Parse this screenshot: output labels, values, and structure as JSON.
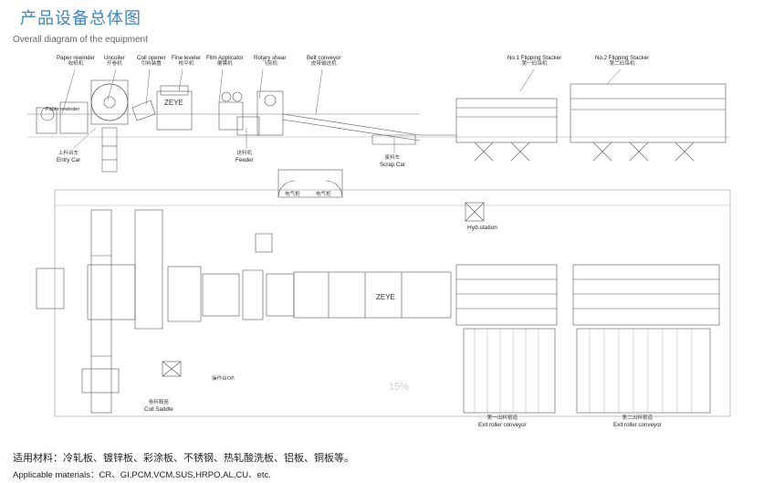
{
  "header": {
    "title_cn": "产品设备总体图",
    "title_en": "Overall diagram of the equipment"
  },
  "side_view": {
    "labels": [
      {
        "key": "paper_rewinder",
        "en": "Paper rewinder",
        "cn": "收纸机"
      },
      {
        "key": "uncoiler",
        "en": "Uncoiler",
        "cn": "开卷机"
      },
      {
        "key": "coil_opener",
        "en": "Coil opener",
        "cn": "引料装置"
      },
      {
        "key": "fine_leveler",
        "en": "Fine leveler",
        "cn": "校平机"
      },
      {
        "key": "film_applicator",
        "en": "Film Applicator",
        "cn": "覆膜机"
      },
      {
        "key": "rotary_shear",
        "en": "Rotary shear",
        "cn": "飞剪机"
      },
      {
        "key": "belt_conveyor",
        "en": "Belt conveyor",
        "cn": "皮带输送机"
      },
      {
        "key": "stacker1",
        "en": "No.1 Flipping Stacker",
        "cn": "第一码垛机"
      },
      {
        "key": "stacker2",
        "en": "No.2 Flipping Stacker",
        "cn": "第二码垛机"
      }
    ],
    "paper_rewinder_side": "Paper rewinder",
    "entry_car": {
      "cn": "上料台车",
      "en": "Entry Car"
    },
    "feeder": {
      "cn": "送料机",
      "en": "Feeder"
    },
    "scrap_car": {
      "cn": "废料车",
      "en": "Scrap Car"
    },
    "zeye_mark": "ZEYE"
  },
  "plan_view": {
    "electrical_cabinet": "电气柜",
    "hyd_station": "Hyd-station",
    "operator_panel": "操作台OP.",
    "coil_saddle": {
      "cn": "卷料鞍座",
      "en": "Coil Saddle"
    },
    "zeye_mark": "ZEYE",
    "exit_conveyor_1": {
      "cn": "第一出料辊道",
      "en": "Exit roller conveyor"
    },
    "exit_conveyor_2": {
      "cn": "第二出料辊道",
      "en": "Exit roller conveyor"
    },
    "watermark_pct": "15%"
  },
  "footer": {
    "materials_cn": "适用材料：冷轧板、镀锌板、彩涂板、不锈钢、热轧酸洗板、铝板、铜板等。",
    "materials_en": "Applicable materials：CR、GI,PCM,VCM,SUS,HRPO,AL,CU、etc."
  }
}
